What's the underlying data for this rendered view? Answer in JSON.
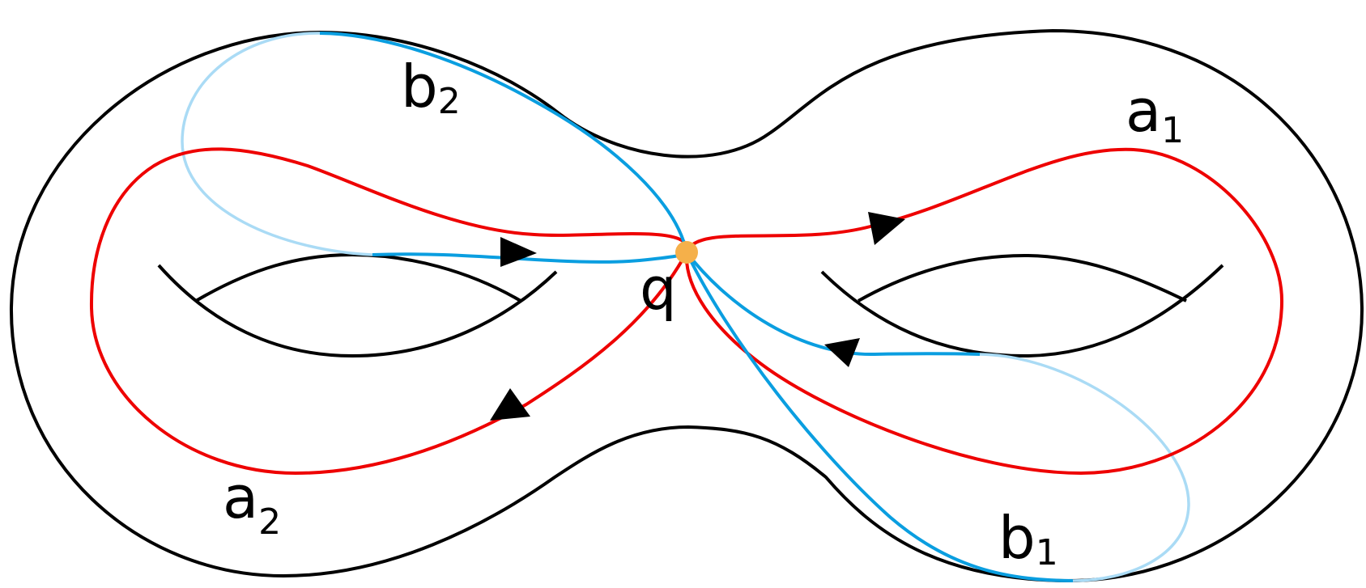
{
  "labels": {
    "point": "q",
    "a1": {
      "letter": "a",
      "sub": "1"
    },
    "a2": {
      "letter": "a",
      "sub": "2"
    },
    "b1": {
      "letter": "b",
      "sub": "1"
    },
    "b2": {
      "letter": "b",
      "sub": "2"
    }
  },
  "colors": {
    "surface": "#000000",
    "a_loops": "#ee0000",
    "b_loops": "#0a9ee0",
    "b_loops_back": "#aadbf5",
    "base_point": "#f5b04a",
    "arrows": "#000000"
  }
}
